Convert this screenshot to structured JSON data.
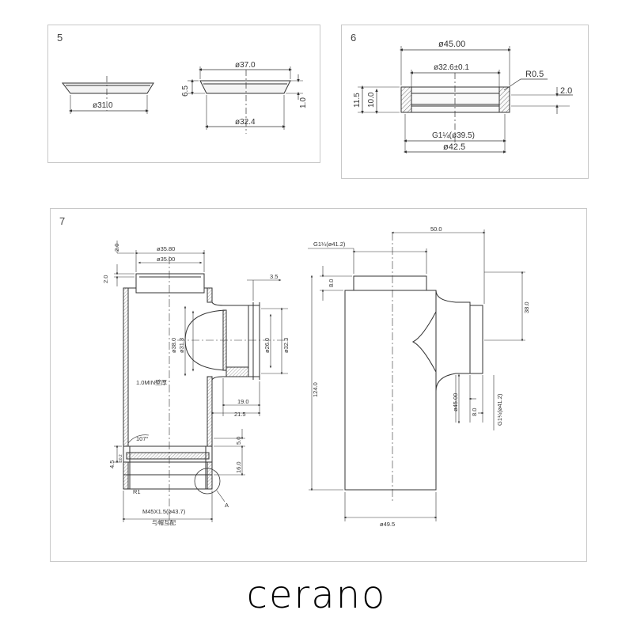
{
  "panel5": {
    "number": "5",
    "left_part": {
      "bottom_dim": "ø31.0"
    },
    "right_part": {
      "top_dim": "ø37.0",
      "height_dim": "6.5",
      "bottom_dim": "ø32.4",
      "right_dim": "1.0"
    }
  },
  "panel6": {
    "number": "6",
    "outer_dim": "ø45.00",
    "inner_dim": "ø32.6±0.1",
    "radius": "R0.5",
    "right_dim": "2.0",
    "left_dims": [
      "11.5",
      "10.0"
    ],
    "thread_dim": "G1¼(ø39.5)",
    "bottom_dim": "ø42.5"
  },
  "panel7": {
    "number": "7",
    "section_view": {
      "top_dims": [
        "ø35.80",
        "ø35.00"
      ],
      "left_dims": [
        "2.0",
        "2.0"
      ],
      "right_top_dim": "3.5",
      "branch_dims": [
        "ø38.0",
        "ø31.3",
        "ø26.0",
        "ø32.3"
      ],
      "wall_note": "1.0MIN壁厚",
      "branch_bottom_dims": [
        "19.0",
        "21.5"
      ],
      "angle": "107°",
      "lower_dims": [
        "5.0",
        "16.0"
      ],
      "left_lower_dim": "4.5",
      "left_lower_sub": "±0.2",
      "radius": "R1",
      "detail": "A",
      "thread": "M45X1.5(ø43.7)",
      "thread_note": "与帽互配"
    },
    "side_view": {
      "thread_top": "G1¼(ø41.2)",
      "top_dim": "50.0",
      "left_small": "8.0",
      "height": "124.0",
      "right_dim": "38.0",
      "dia_dim": "ø45.00",
      "small_dim": "8.0",
      "thread_side": "G1¼(ø41.2)",
      "bottom_dim": "ø49.5"
    }
  },
  "brand": {
    "name": "cerano"
  }
}
